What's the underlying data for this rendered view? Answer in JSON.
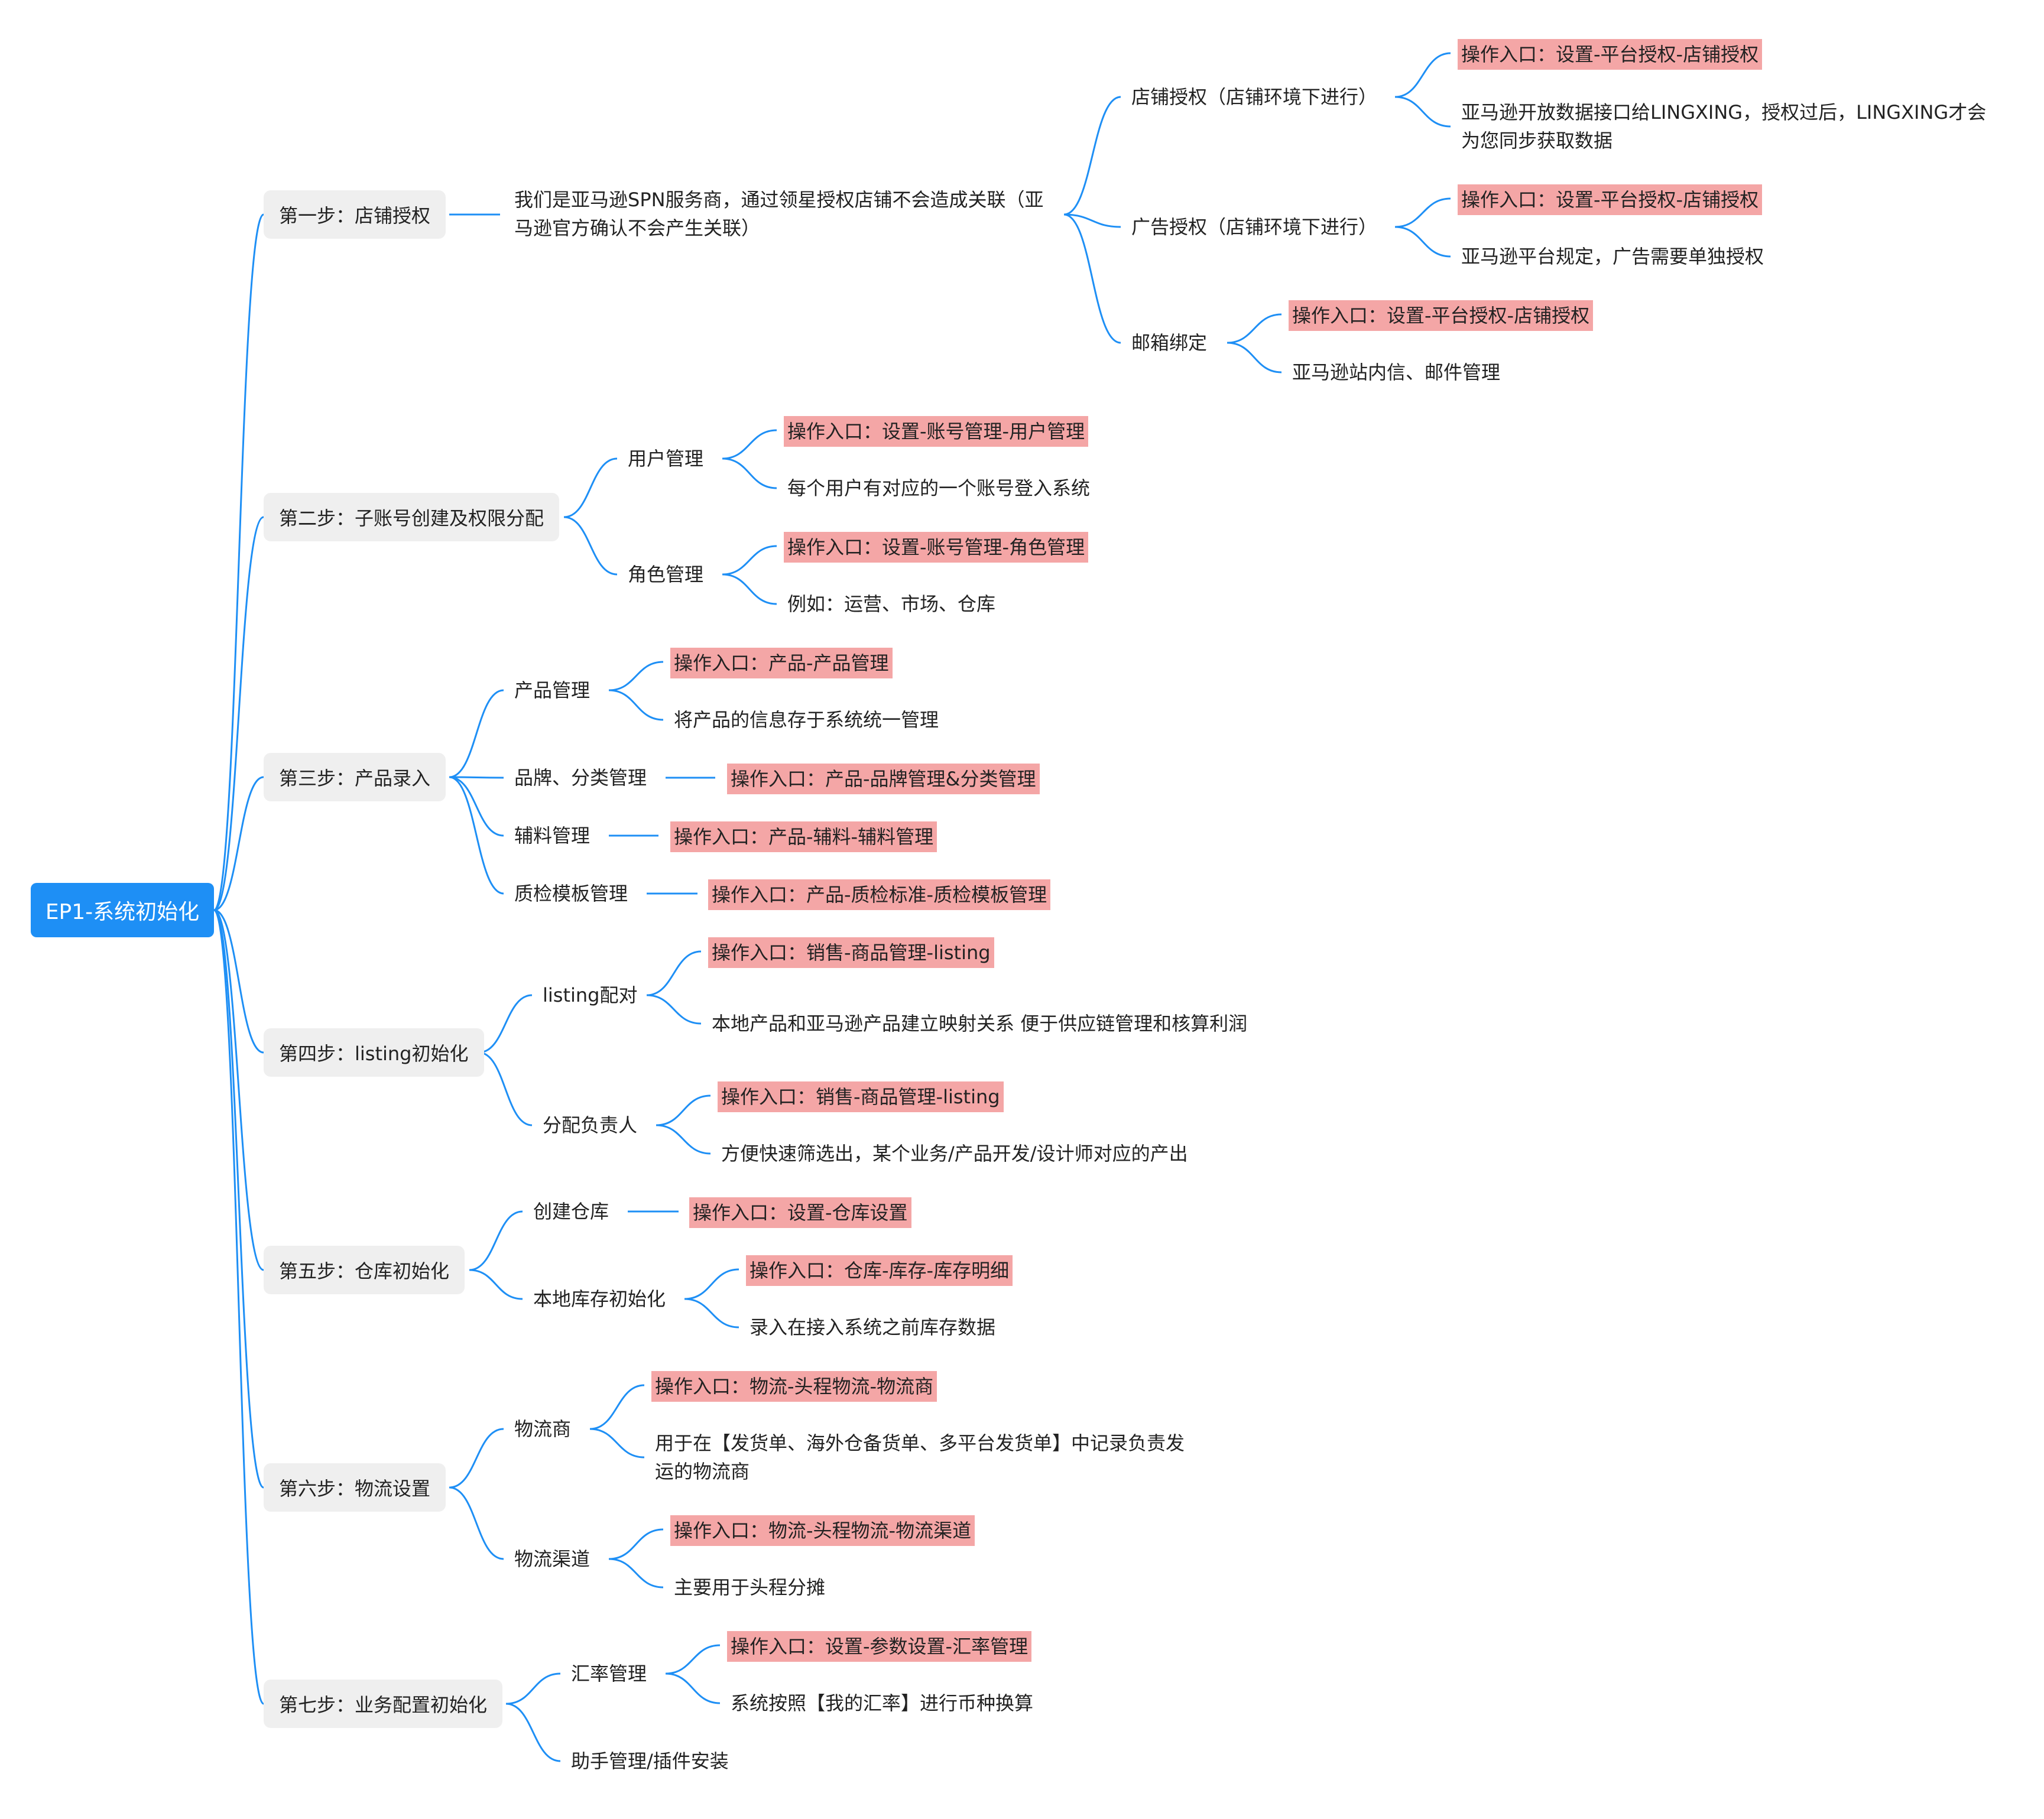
{
  "root": {
    "label": "EP1-系统初始化"
  },
  "colors": {
    "connector": "#1e8ff5",
    "root_bg": "#1e8ff5",
    "step_bg": "#efefef",
    "highlight": "#f4a6a6"
  },
  "steps": [
    {
      "label": "第一步：店铺授权",
      "note": "我们是亚马逊SPN服务商，通过领星授权店铺不会造成关联（亚马逊官方确认不会产生关联）",
      "groups": [
        {
          "label": "店铺授权（店铺环境下进行）",
          "entry": "操作入口：设置-平台授权-店铺授权",
          "desc": "亚马逊开放数据接口给LINGXING，授权过后，LINGXING才会为您同步获取数据"
        },
        {
          "label": "广告授权（店铺环境下进行）",
          "entry": "操作入口：设置-平台授权-店铺授权",
          "desc": "亚马逊平台规定，广告需要单独授权"
        },
        {
          "label": "邮箱绑定",
          "entry": "操作入口：设置-平台授权-店铺授权",
          "desc": "亚马逊站内信、邮件管理"
        }
      ]
    },
    {
      "label": "第二步：子账号创建及权限分配",
      "groups": [
        {
          "label": "用户管理",
          "entry": "操作入口：设置-账号管理-用户管理",
          "desc": "每个用户有对应的一个账号登入系统"
        },
        {
          "label": "角色管理",
          "entry": "操作入口：设置-账号管理-角色管理",
          "desc": "例如：运营、市场、仓库"
        }
      ]
    },
    {
      "label": "第三步：产品录入",
      "groups": [
        {
          "label": "产品管理",
          "entry": "操作入口：产品-产品管理",
          "desc": "将产品的信息存于系统统一管理"
        },
        {
          "label": "品牌、分类管理",
          "entry": "操作入口：产品-品牌管理&分类管理"
        },
        {
          "label": "辅料管理",
          "entry": "操作入口：产品-辅料-辅料管理"
        },
        {
          "label": "质检模板管理",
          "entry": "操作入口：产品-质检标准-质检模板管理"
        }
      ]
    },
    {
      "label": "第四步：listing初始化",
      "groups": [
        {
          "label": "listing配对",
          "entry": "操作入口：销售-商品管理-listing",
          "desc": "本地产品和亚马逊产品建立映射关系 便于供应链管理和核算利润"
        },
        {
          "label": "分配负责人",
          "entry": "操作入口：销售-商品管理-listing",
          "desc": "方便快速筛选出，某个业务/产品开发/设计师对应的产出"
        }
      ]
    },
    {
      "label": "第五步：仓库初始化",
      "groups": [
        {
          "label": "创建仓库",
          "entry": "操作入口：设置-仓库设置"
        },
        {
          "label": "本地库存初始化",
          "entry": "操作入口：仓库-库存-库存明细",
          "desc": "录入在接入系统之前库存数据"
        }
      ]
    },
    {
      "label": "第六步：物流设置",
      "groups": [
        {
          "label": "物流商",
          "entry": "操作入口：物流-头程物流-物流商",
          "desc": "用于在【发货单、海外仓备货单、多平台发货单】中记录负责发运的物流商"
        },
        {
          "label": "物流渠道",
          "entry": "操作入口：物流-头程物流-物流渠道",
          "desc": "主要用于头程分摊"
        }
      ]
    },
    {
      "label": "第七步：业务配置初始化",
      "groups": [
        {
          "label": "汇率管理",
          "entry": "操作入口：设置-参数设置-汇率管理",
          "desc": "系统按照【我的汇率】进行币种换算"
        },
        {
          "label": "助手管理/插件安装"
        }
      ]
    }
  ]
}
